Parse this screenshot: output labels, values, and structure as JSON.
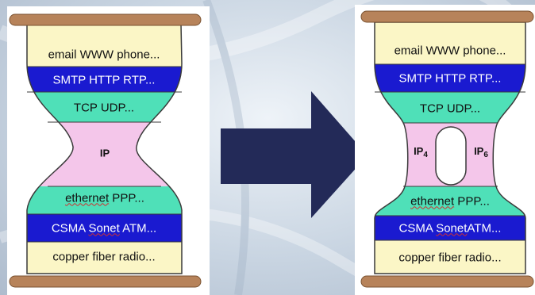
{
  "left_hourglass": {
    "layers": [
      {
        "text": "email WWW phone..."
      },
      {
        "text": "SMTP HTTP RTP..."
      },
      {
        "text": "TCP UDP..."
      },
      {
        "text": "IP"
      },
      {
        "text_parts": [
          "ethernet",
          " PPP..."
        ]
      },
      {
        "text_parts": [
          "CSMA ",
          "Sonet",
          " ATM..."
        ]
      },
      {
        "text": "copper fiber radio..."
      }
    ]
  },
  "right_hourglass": {
    "layers": [
      {
        "text": "email WWW phone..."
      },
      {
        "text": "SMTP HTTP RTP..."
      },
      {
        "text": "TCP UDP..."
      },
      {
        "ip4_base": "IP",
        "ip4_sub": "4",
        "ip6_base": "IP",
        "ip6_sub": "6"
      },
      {
        "text_parts": [
          "ethernet",
          " PPP..."
        ]
      },
      {
        "text_parts": [
          "CSMA ",
          "Sonet",
          "ATM..."
        ]
      },
      {
        "text": "copper fiber radio..."
      }
    ]
  },
  "colors": {
    "cream": "#fbf6c6",
    "blue": "#1a1ad0",
    "teal": "#4fe0b8",
    "pink": "#f4c6ea",
    "wood": "#b7835a",
    "arrow": "#232a58",
    "outline": "#3a3a3a"
  }
}
